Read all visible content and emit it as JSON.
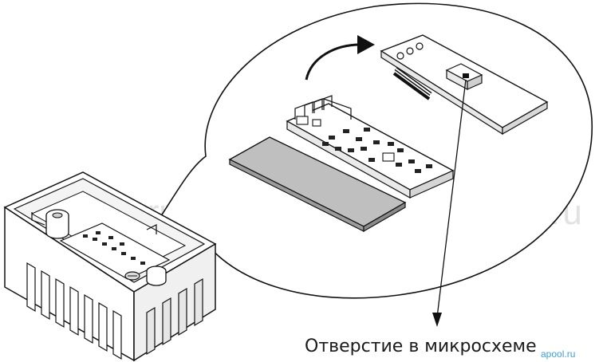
{
  "watermark": "ePool.ru",
  "caption": "Отверстие в микросхеме",
  "credit": "apool.ru"
}
